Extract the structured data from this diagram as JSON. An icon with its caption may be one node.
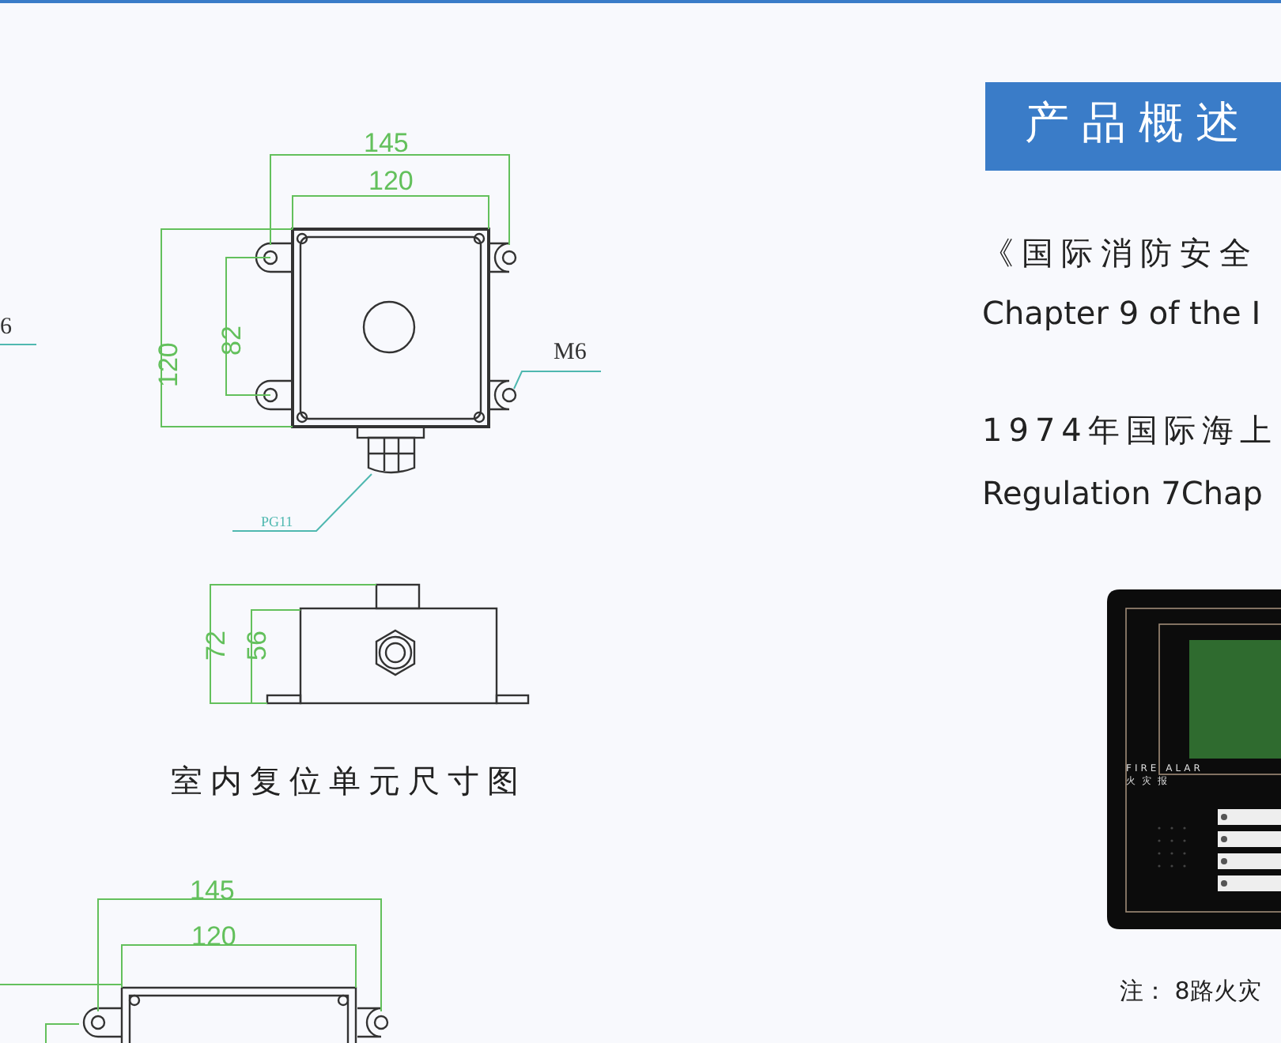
{
  "diagram": {
    "nodes": [
      {
        "text": [
          "6"
        ]
      },
      {
        "text": [
          "M6"
        ]
      },
      {
        "text": [],
        "shape": "circle"
      },
      {
        "text": [
          "PG11"
        ]
      },
      {
        "text": [],
        "shape": "picture"
      }
    ],
    "edges": [
      {
        "from": 0,
        "to": null,
        "arrow": "none"
      },
      {
        "from": 1,
        "to": 2,
        "arrow": "none"
      },
      {
        "from": 3,
        "to": 4,
        "arrow": "none"
      }
    ],
    "labels": [
      "145",
      "120",
      "120",
      "82",
      "72",
      "56",
      "室内复位单元尺寸图",
      "145",
      "120",
      "产品概述",
      "《国际消防安全",
      "Chapter 9 of the I",
      "1974年国际海上",
      "Regulation 7Chap",
      "FIRE ALAR",
      "火 灾 报",
      "注： 8路火灾"
    ]
  }
}
